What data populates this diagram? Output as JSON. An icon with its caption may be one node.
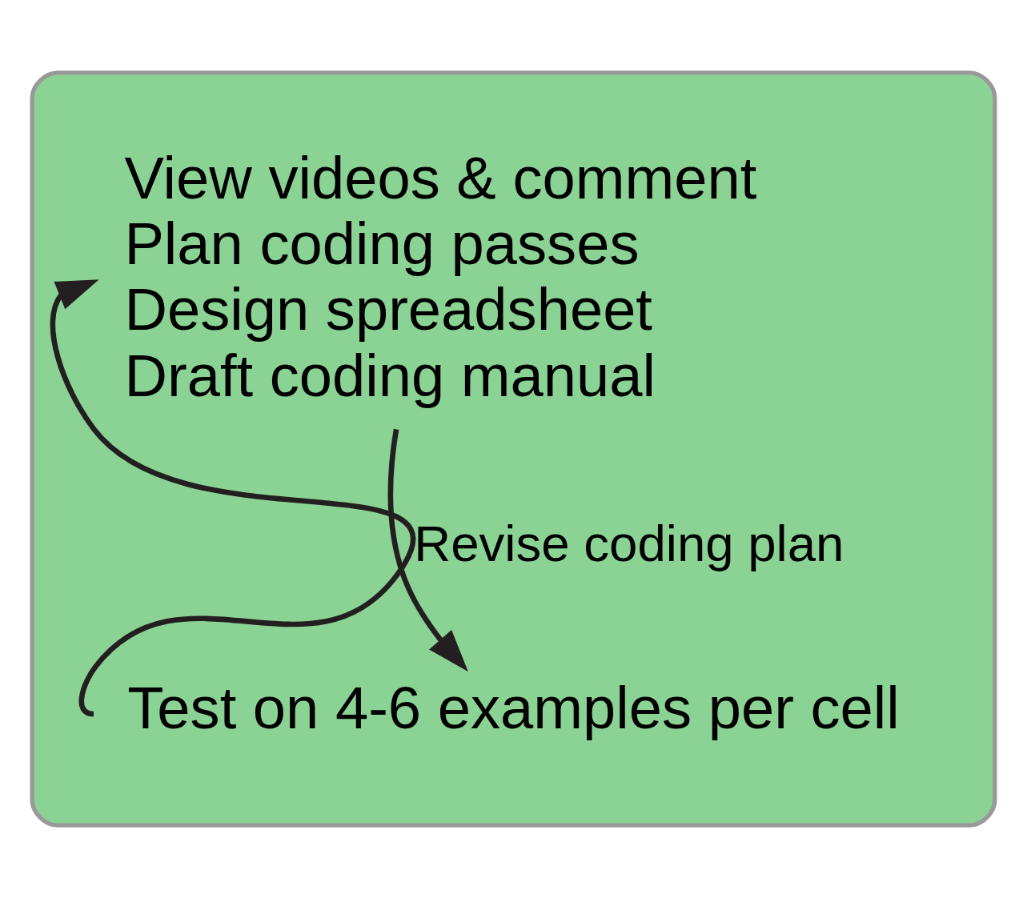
{
  "diagram": {
    "nodes": [
      {
        "text": [],
        "shape": "box"
      },
      {
        "text": [
          "View videos & comment",
          "Plan coding passes",
          "Design spreadsheet",
          "Draft coding manual"
        ],
        "in": 0
      },
      {
        "text": [
          "Test on 4-6 examples per cell"
        ],
        "in": 0
      }
    ],
    "edges": [
      {
        "from": 1,
        "to": 2,
        "arrow": "to"
      },
      {
        "from": 2,
        "to": 1,
        "arrow": "to",
        "label": "Revise coding plan"
      }
    ]
  }
}
